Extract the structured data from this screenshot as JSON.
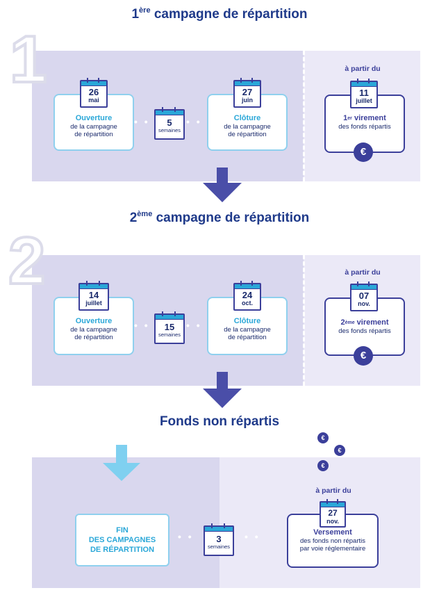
{
  "section1": {
    "title_prefix": "1",
    "title_sup": "ère",
    "title_rest": " campagne de répartition",
    "big_number": "1",
    "open": {
      "day": "26",
      "month": "mai",
      "title": "Ouverture",
      "line1": "de la campagne",
      "line2": "de répartition"
    },
    "duration": {
      "value": "5",
      "unit": "semaines"
    },
    "close": {
      "day": "27",
      "month": "juin",
      "title": "Clôture",
      "line1": "de la campagne",
      "line2": "de répartition"
    },
    "from_label": "à partir du",
    "transfer": {
      "day": "11",
      "month": "juillet",
      "num": "1",
      "sup": "er",
      "title": " virement",
      "line1": "des fonds répartis"
    },
    "euro": "€"
  },
  "section2": {
    "title_prefix": "2",
    "title_sup": "ème",
    "title_rest": " campagne de répartition",
    "big_number": "2",
    "open": {
      "day": "14",
      "month": "juillet",
      "title": "Ouverture",
      "line1": "de la campagne",
      "line2": "de répartition"
    },
    "duration": {
      "value": "15",
      "unit": "semaines"
    },
    "close": {
      "day": "24",
      "month": "oct.",
      "title": "Clôture",
      "line1": "de la campagne",
      "line2": "de répartition"
    },
    "from_label": "à partir du",
    "transfer": {
      "day": "07",
      "month": "nov.",
      "num": "2",
      "sup": "ème",
      "title": " virement",
      "line1": "des fonds répartis"
    },
    "euro": "€"
  },
  "section3": {
    "title": "Fonds non répartis",
    "end_line1": "FIN",
    "end_line2": "DES CAMPAGNES",
    "end_line3": "DE RÉPARTITION",
    "duration": {
      "value": "3",
      "unit": "semaines"
    },
    "from_label": "à partir du",
    "payment": {
      "day": "27",
      "month": "nov.",
      "title": "Versement",
      "line1": "des fonds non répartis",
      "line2": "par voie réglementaire"
    },
    "euro": "€"
  },
  "colors": {
    "dark": "#3b3f9a",
    "light_blue": "#2aa7d8",
    "panel": "#d9d7ee",
    "panel_light": "#ebe9f7"
  }
}
